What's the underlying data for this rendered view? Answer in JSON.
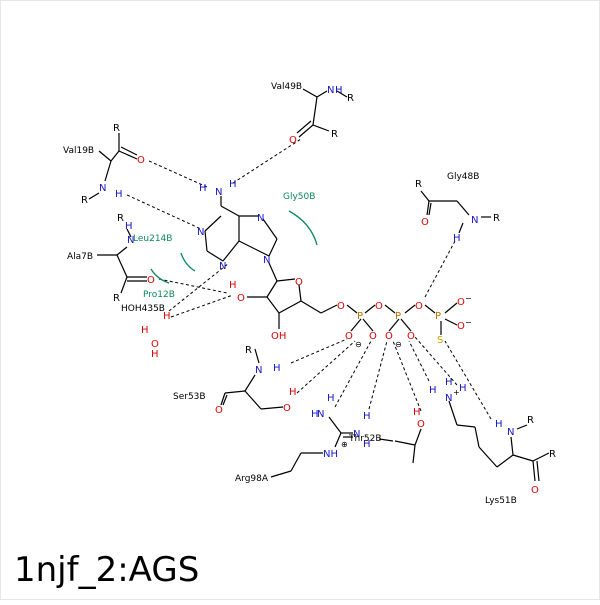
{
  "title": "1njf_2:AGS",
  "residues": {
    "val49b": "Val49B",
    "val19b": "Val19B",
    "gly48b": "Gly48B",
    "gly50b": "Gly50B",
    "ala7b": "Ala7B",
    "leu214b": "Leu214B",
    "pro12b": "Pro12B",
    "hoh435b": "HOH435B",
    "ser53b": "Ser53B",
    "thr52b": "Thr52B",
    "arg98a": "Arg98A",
    "lys51b": "Lys51B"
  },
  "atoms": {
    "N": "N",
    "NH": "NH",
    "H": "H",
    "O": "O",
    "P": "P",
    "S": "S",
    "R": "R",
    "OH": "OH",
    "HO": "HO",
    "H2O_H": "H",
    "minus": "−",
    "plus": "+",
    "plus_circ": "⊕",
    "minus_circ": "⊖",
    "o_minus": "O⁻"
  },
  "colors": {
    "nitrogen": "#1515c8",
    "oxygen": "#e00000",
    "phosphorus": "#c07000",
    "sulfur": "#c8a000",
    "hydrophobic": "#0a8a5a"
  }
}
